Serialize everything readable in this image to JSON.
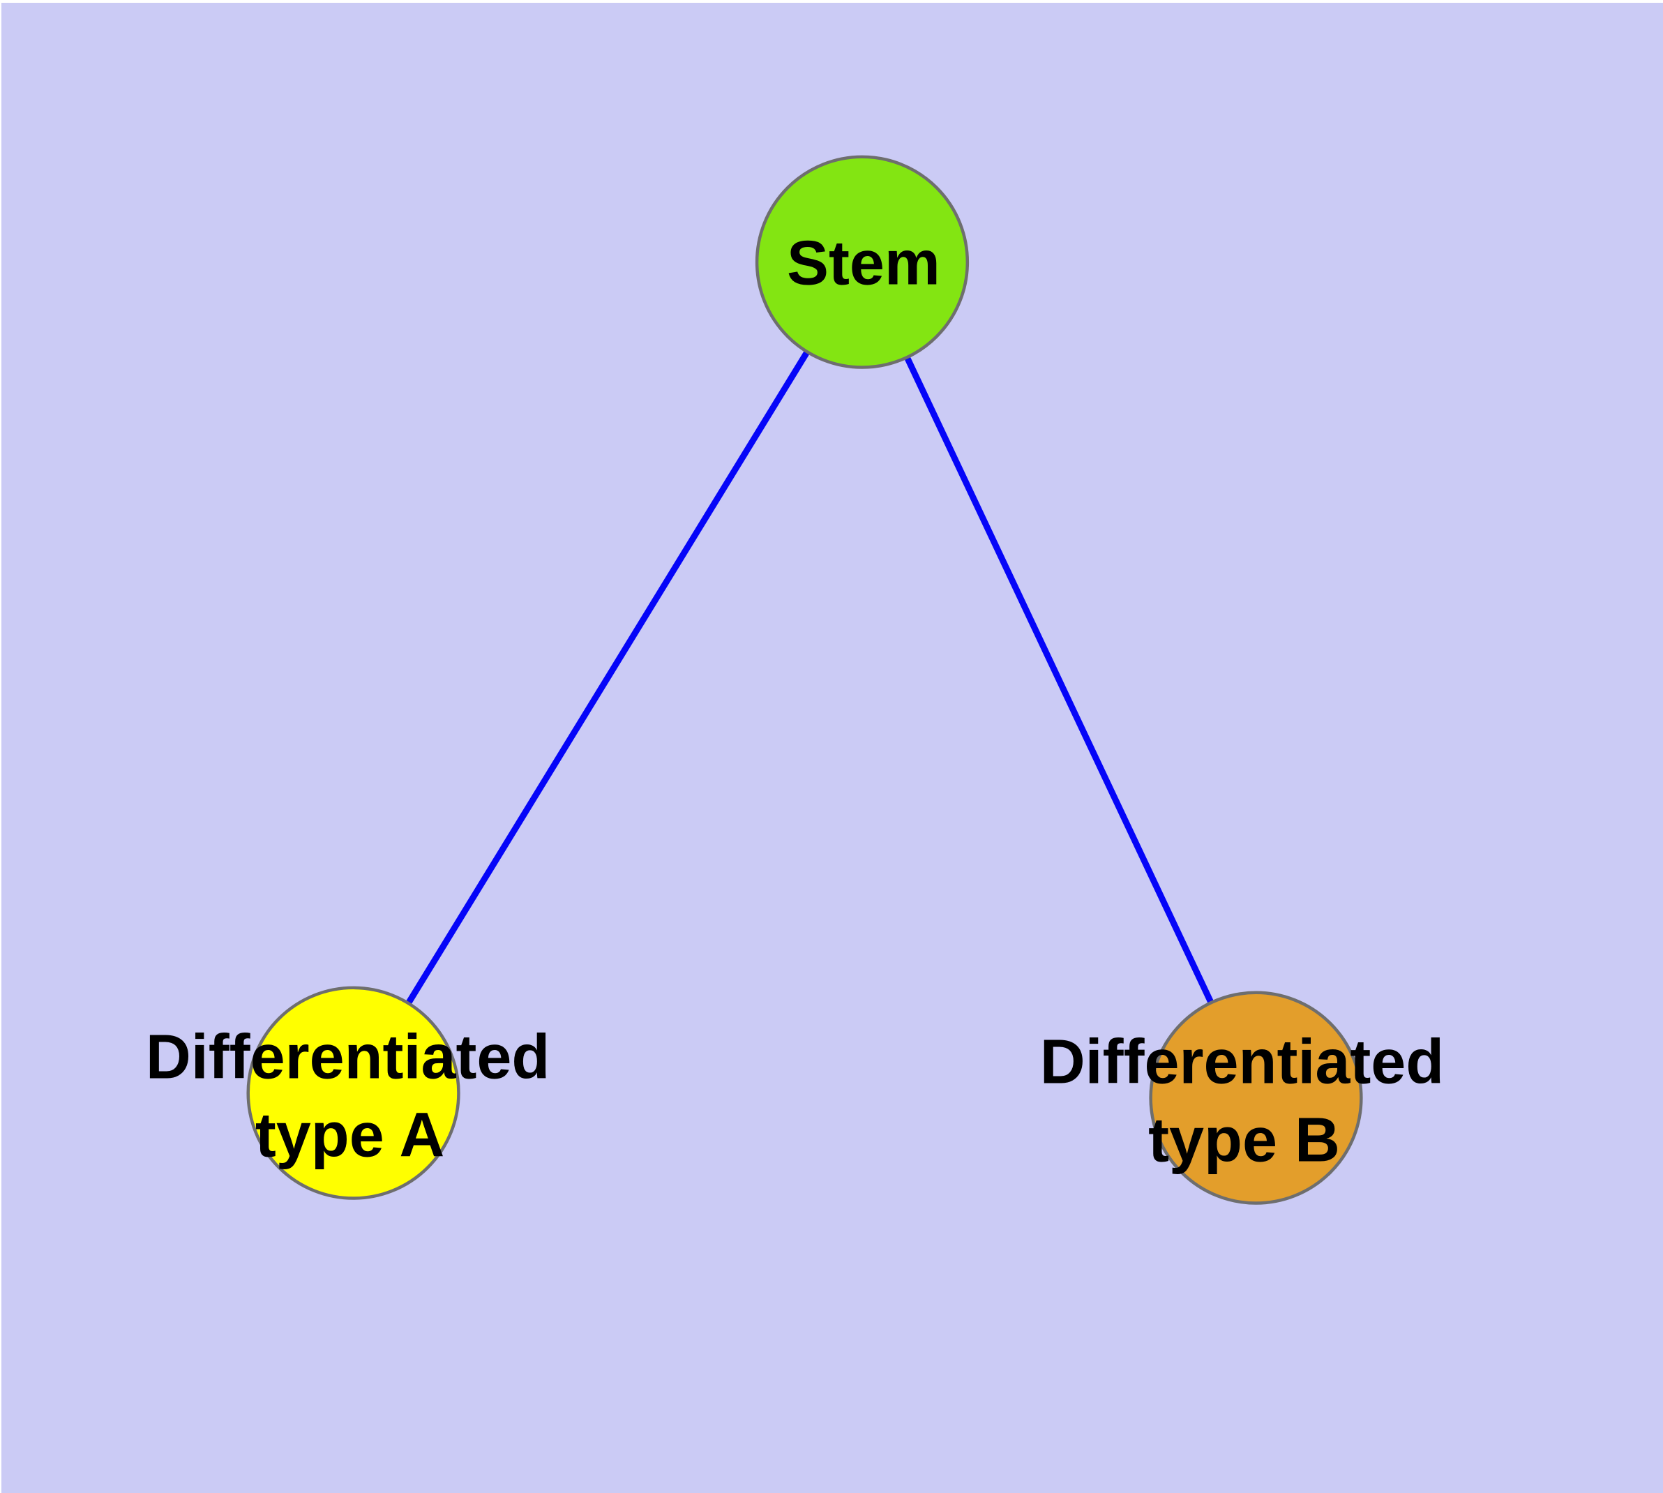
{
  "diagram": {
    "type": "node-link-graph",
    "background_color": "#CBCBF5",
    "node_border_color": "#6E6E6E",
    "edge_color": "#0505F8",
    "label_color": "#000000",
    "nodes": [
      {
        "id": "stem",
        "label": "Stem",
        "label_lines": [
          "Stem"
        ],
        "shape": "circle",
        "fill": "#83E512"
      },
      {
        "id": "differentiated-type-a",
        "label": "Differentiated type A",
        "label_lines": [
          "Differentiated",
          "type A"
        ],
        "shape": "circle",
        "fill": "#FFFF00"
      },
      {
        "id": "differentiated-type-b",
        "label": "Differentiated type B",
        "label_lines": [
          "Differentiated",
          "type B"
        ],
        "shape": "circle",
        "fill": "#E39E2B"
      }
    ],
    "edges": [
      {
        "from": "Stem",
        "to": "Differentiated type A"
      },
      {
        "from": "Stem",
        "to": "Differentiated type B"
      }
    ]
  }
}
